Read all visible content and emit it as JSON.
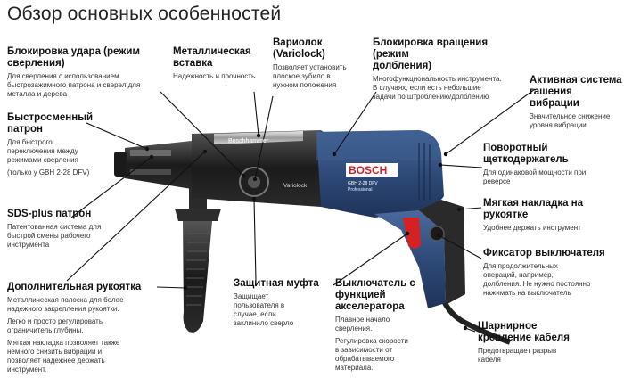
{
  "title": "Обзор основных особенностей",
  "brand": {
    "top_label": "Boschhammer",
    "logo": "BOSCH",
    "model": "GBH 2-28 DFV",
    "sub": "Professional",
    "dial_label": "Variolock"
  },
  "colors": {
    "body_blue": "#2e4a78",
    "dark": "#1b1b1b",
    "trigger_red": "#d42222",
    "logo_red": "#c8202a"
  },
  "callouts": {
    "impact_lock": {
      "title": "Блокировка удара (режим\nсверления)",
      "desc": "Для сверления с использованием\nбыстрозажимного патрона и сверел для\nметалла и дерева"
    },
    "metal_insert": {
      "title": "Металлическая\nвставка",
      "desc": "Надежность и прочность"
    },
    "variolock": {
      "title": "Вариолок\n(Variolock)",
      "desc": "Позволяет установить\nплоское зубило в\nнужном положения"
    },
    "rotation_lock": {
      "title": "Блокировка вращения (режим\nдолбления)",
      "desc": "Многофункциональность инструмента.\nВ случаях, если есть небольшие\nзадачи по штроблению/долблению"
    },
    "vibration": {
      "title": "Активная система\nгашения вибрации",
      "desc": "Значительное снижение\nуровня вибрации"
    },
    "quick_chuck": {
      "title": "Быстросменный\nпатрон",
      "desc": "Для быстрого\nпереключения между\nрежимами сверления",
      "note": "(только у GBH 2-28 DFV)"
    },
    "brush_holder": {
      "title": "Поворотный\nщеткодержатель",
      "desc": "Для одинаковой мощности при\nреверсе"
    },
    "sds_plus": {
      "title": "SDS-plus патрон",
      "desc": "Патентованная система для\nбыстрой смены рабочего\nинструмента"
    },
    "soft_grip": {
      "title": "Мягкая накладка на\nрукоятке",
      "desc": "Удобнее держать инструмент"
    },
    "switch_lock": {
      "title": "Фиксатор выключателя",
      "desc": "Для продолжительных\nопераций, например,\nдолбления. Не нужно постоянно\nнажимать на выключатель"
    },
    "aux_handle": {
      "title": "Дополнительная рукоятка",
      "desc1": "Металлическая полоска для более\nнадежного закрепления рукоятки.",
      "desc2": "Легко и просто регулировать\nограничитель глубины.",
      "desc3": "Мягкая накладка позволяет также\nнемного снизить вибрации и\nпозволяет надежнее держать\nинструмент."
    },
    "clutch": {
      "title": "Защитная муфта",
      "desc": "Защищает\nпользователя в\nслучае, если\nзаклинило сверло"
    },
    "trigger": {
      "title": "Выключатель с\nфункцией\nакселератора",
      "desc1": "Плавное начало\nсверления.",
      "desc2": "Регулировка скорости\nв зависимости от\nобрабатываемого\nматериала."
    },
    "cable": {
      "title": "Шарнирное\nкрепление кабеля",
      "desc": "Предотвращает разрыв\nкабеля"
    }
  }
}
